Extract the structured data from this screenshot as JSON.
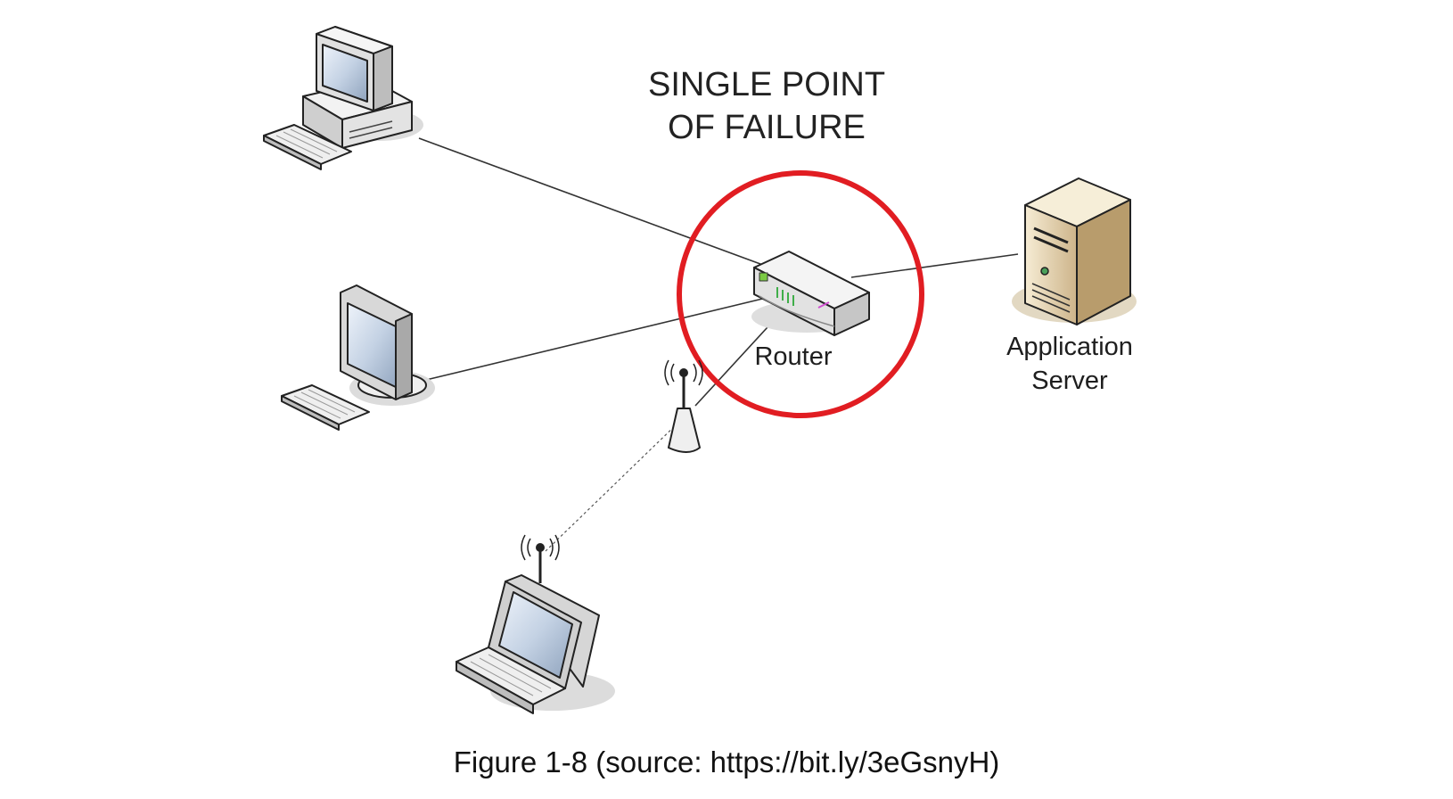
{
  "title": {
    "line1": "SINGLE POINT",
    "line2": "OF FAILURE"
  },
  "nodes": {
    "desktop_tower": "",
    "desktop_monitor": "",
    "laptop": "",
    "wireless_access_point": "",
    "router": {
      "label": "Router"
    },
    "application_server": {
      "label_line1": "Application",
      "label_line2": "Server"
    }
  },
  "highlight_color": "#e11d22",
  "caption": "Figure 1-8 (source: https://bit.ly/3eGsnyH)"
}
